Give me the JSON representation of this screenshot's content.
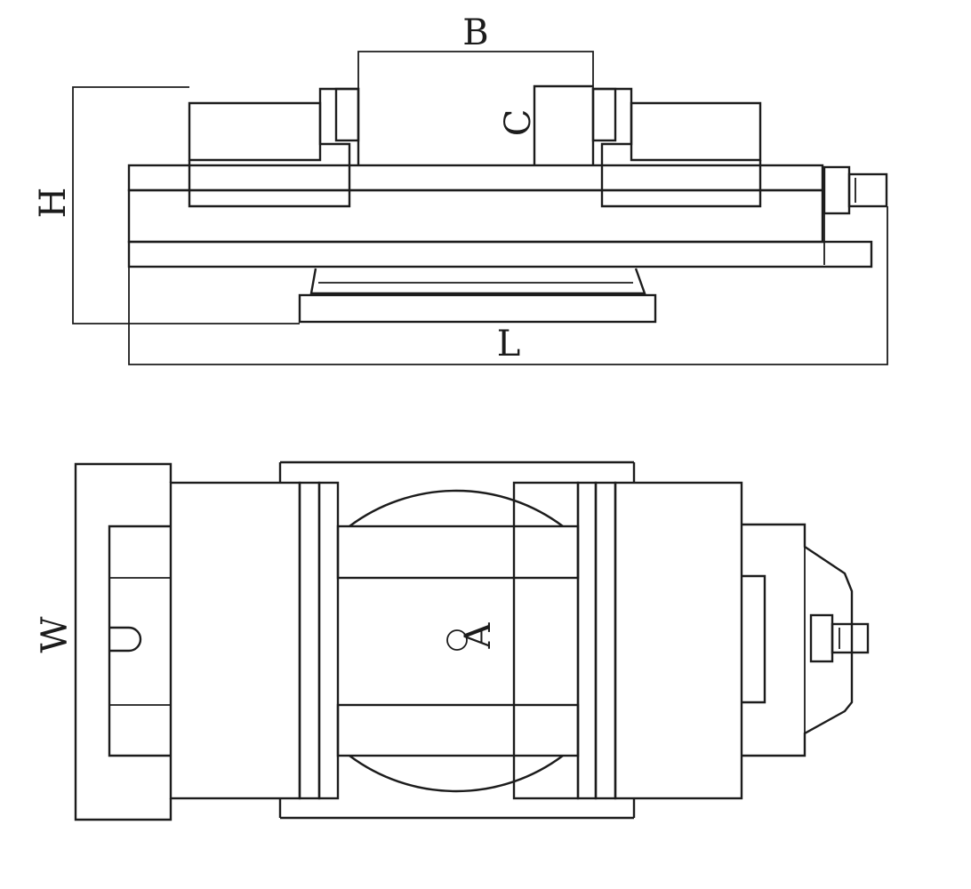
{
  "dimension_labels": {
    "width_across_jaws": "B",
    "jaw_height": "C",
    "overall_height": "H",
    "overall_length": "L",
    "overall_width": "W",
    "center_point": "A"
  },
  "colors": {
    "line": "#1c1c1c",
    "background": "#ffffff"
  }
}
